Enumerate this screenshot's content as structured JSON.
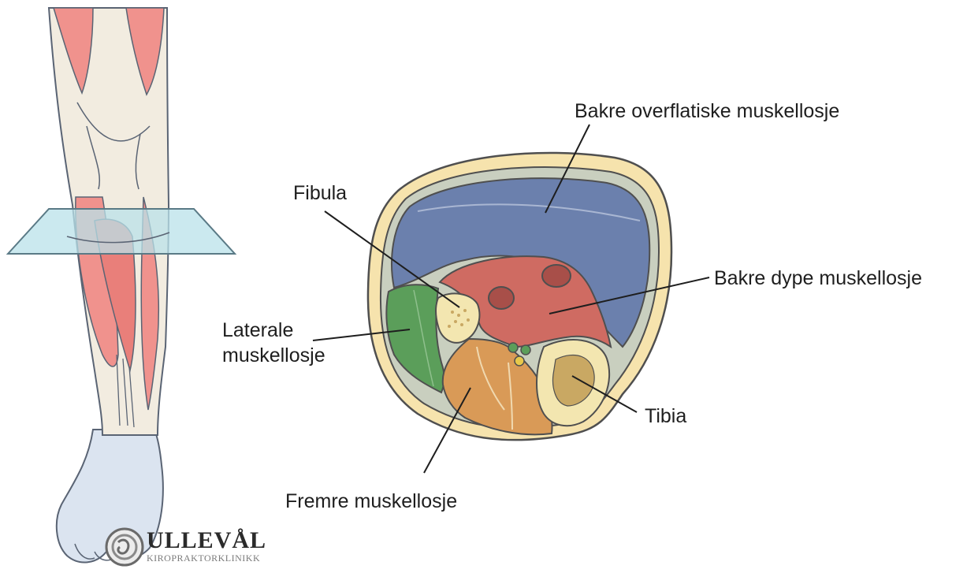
{
  "labels": {
    "posterior_superficial": "Bakre overflatiske muskellosje",
    "fibula": "Fibula",
    "posterior_deep": "Bakre dype muskellosje",
    "lateral_line1": "Laterale",
    "lateral_line2": "muskellosje",
    "tibia": "Tibia",
    "anterior": "Fremre muskellosje"
  },
  "logo": {
    "name": "ULLEVÅL",
    "subtitle": "KIROPRAKTORKLINIKK"
  },
  "colors": {
    "skin": "#f6e3ad",
    "skin_outline": "#4f4f4f",
    "fascia": "#c9cfbf",
    "posterior_superficial": "#6b80ad",
    "posterior_deep": "#cf6b62",
    "lateral": "#5b9e5a",
    "anterior": "#d99a57",
    "bone": "#f3e6b0",
    "bone_marrow": "#c9a863",
    "leg_muscle": "#f0928d",
    "leg_tendon": "#f2ece0",
    "foot": "#dbe4f0",
    "plane": "#b9e1ea"
  }
}
